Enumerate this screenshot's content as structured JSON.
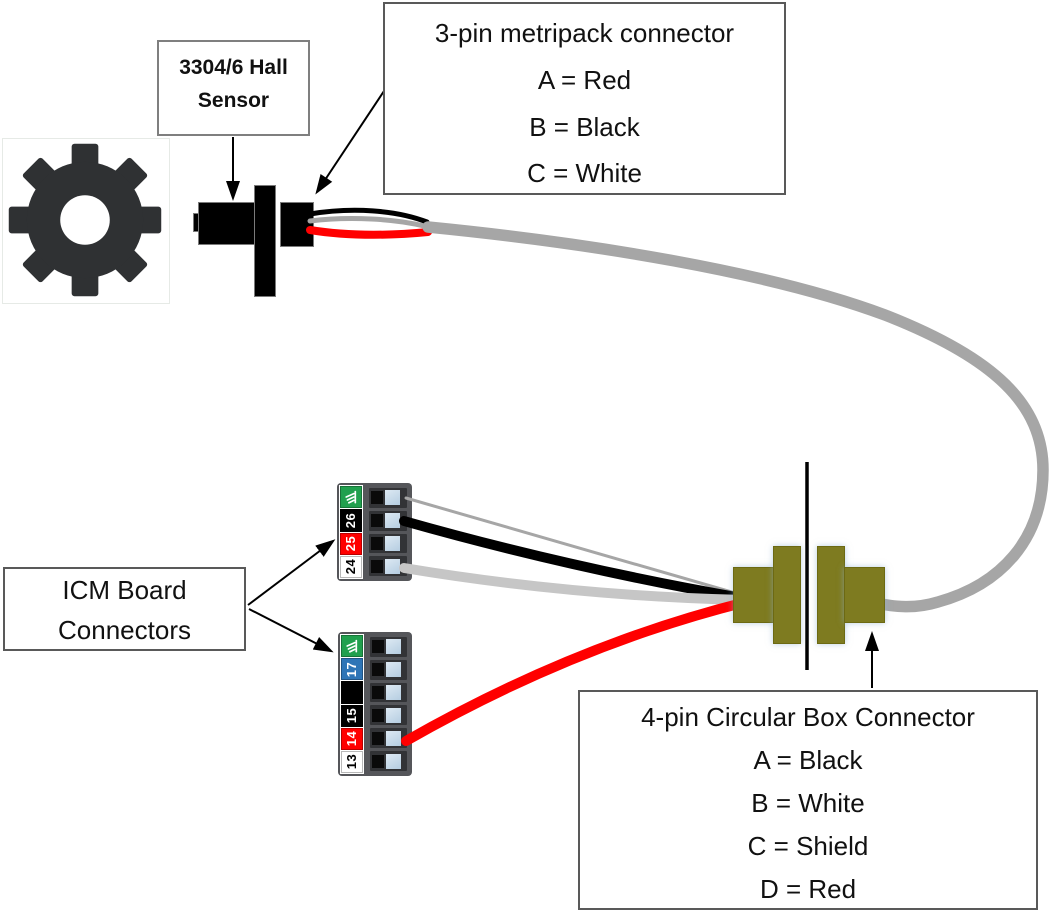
{
  "labels": {
    "hall": {
      "line1": "3304/6 Hall",
      "line2": "Sensor"
    },
    "metripack": {
      "title": "3-pin metripack connector",
      "pin_a": "A = Red",
      "pin_b": "B = Black",
      "pin_c": "C = White"
    },
    "icm": {
      "line1": "ICM Board",
      "line2": "Connectors"
    },
    "circular": {
      "title": "4-pin Circular Box Connector",
      "pin_a": "A = Black",
      "pin_b": "B = White",
      "pin_c": "C = Shield",
      "pin_d": "D = Red"
    }
  },
  "icm_upper": {
    "pins": [
      {
        "label": "",
        "icon": "ground-icon",
        "symbol": "⏚",
        "bg": "#21a04e",
        "fg": "#ffffff"
      },
      {
        "label": "26",
        "bg": "#000000",
        "fg": "#ffffff"
      },
      {
        "label": "25",
        "bg": "#ff0000",
        "fg": "#ffffff"
      },
      {
        "label": "24",
        "bg": "#ffffff",
        "fg": "#000000"
      }
    ]
  },
  "icm_lower": {
    "pins": [
      {
        "label": "",
        "icon": "ground-icon",
        "symbol": "⏚",
        "bg": "#21a04e",
        "fg": "#ffffff"
      },
      {
        "label": "17",
        "bg": "#2e75b6",
        "fg": "#ffffff"
      },
      {
        "label": "",
        "bg": "#000000",
        "fg": "#ffffff"
      },
      {
        "label": "15",
        "bg": "#000000",
        "fg": "#ffffff"
      },
      {
        "label": "14",
        "bg": "#ff0000",
        "fg": "#ffffff"
      },
      {
        "label": "13",
        "bg": "#ffffff",
        "fg": "#000000"
      }
    ]
  },
  "colors": {
    "gear": "#2f3133",
    "sensor": "#000000",
    "cable_gray": "#a6a6a6",
    "pigtail_gray": "#a6a6a6",
    "wire_black": "#000000",
    "wire_red": "#ff0000",
    "wire_gray_thin": "#a6a6a6",
    "wire_gray_light": "#c6c6c6",
    "olive": "#7e7b20",
    "arrow": "#000000"
  }
}
